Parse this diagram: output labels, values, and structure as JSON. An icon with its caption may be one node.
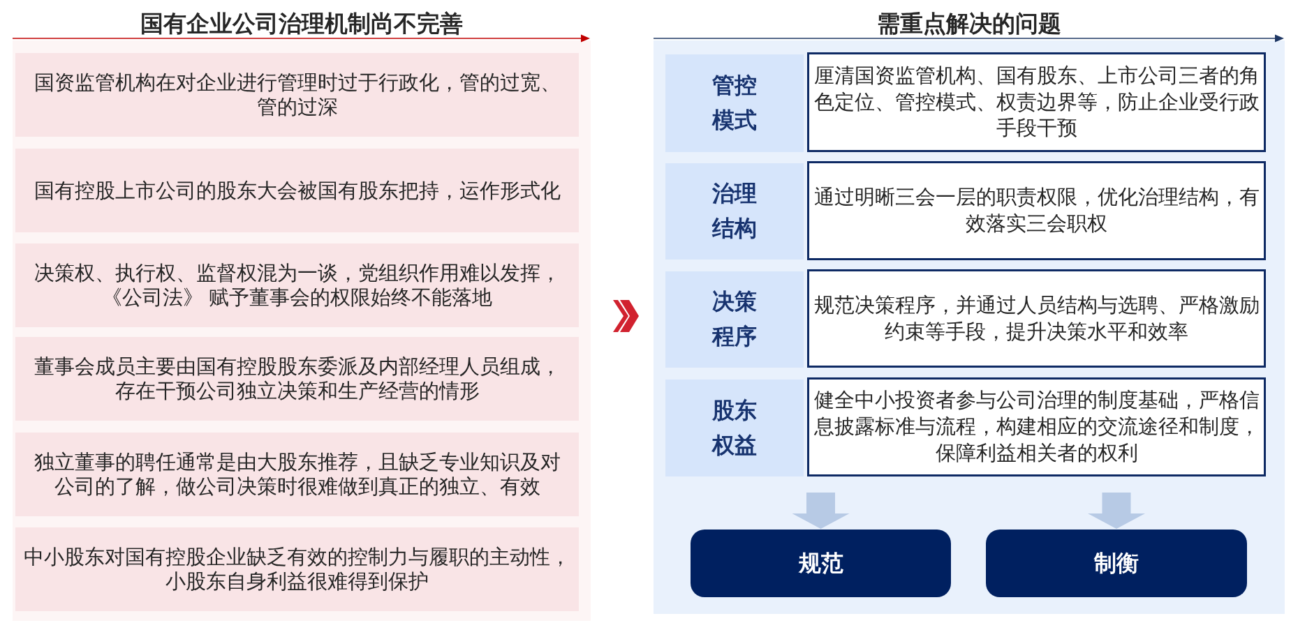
{
  "diagram": {
    "nodes": [
      {
        "text": [
          "国有企业公司治理机制尚不完善"
        ]
      },
      {
        "text": [
          "国资监管机构在对企业进行管理时过于行政化，管的过宽、管的过深"
        ],
        "in": 0
      },
      {
        "text": [
          "国有控股上市公司的股东大会被国有股东把持，运作形式化"
        ],
        "in": 0
      },
      {
        "text": [
          "决策权、执行权、监督权混为一谈，党组织作用难以发挥，《公司法》 赋予董事会的权限始终不能落地"
        ],
        "in": 0
      },
      {
        "text": [
          "董事会成员主要由国有控股股东委派及内部经理人员组成，存在干预公司独立决策和生产经营的情形"
        ],
        "in": 0
      },
      {
        "text": [
          "独立董事的聘任通常是由大股东推荐，且缺乏专业知识及对公司的了解，做公司决策时很难做到真正的独立、有效"
        ],
        "in": 0
      },
      {
        "text": [
          "中小股东对国有控股企业缺乏有效的控制力与履职的主动性，小股东自身利益很难得到保护"
        ],
        "in": 0
      },
      {
        "text": [
          "需重点解决的问题"
        ]
      },
      {
        "text": [
          "管控模式"
        ],
        "in": 7
      },
      {
        "text": [
          "厘清国资监管机构、国有股东、上市公司三者的角色定位、管控模式、权责边界等，防止企业受行政手段干预"
        ],
        "in": 7
      },
      {
        "text": [
          "治理结构"
        ],
        "in": 7
      },
      {
        "text": [
          "通过明晰三会一层的职责权限，优化治理结构，有效落实三会职权"
        ],
        "in": 7
      },
      {
        "text": [
          "决策程序"
        ],
        "in": 7
      },
      {
        "text": [
          "规范决策程序，并通过人员结构与选聘、严格激励约束等手段，提升决策水平和效率"
        ],
        "in": 7
      },
      {
        "text": [
          "股东权益"
        ],
        "in": 7
      },
      {
        "text": [
          "健全中小投资者参与公司治理的制度基础，严格信息披露标准与流程，构建相应的交流途径和制度，保障利益相关者的权利"
        ],
        "in": 7
      },
      {
        "text": [
          "规范"
        ],
        "in": 7
      },
      {
        "text": [
          "制衡"
        ],
        "in": 7
      }
    ],
    "edges": [
      {
        "from": 0,
        "to": 7,
        "arrow": "to",
        "color": "#d1222f"
      },
      {
        "from": null,
        "to": 16,
        "arrow": "to"
      },
      {
        "from": null,
        "to": 17,
        "arrow": "to"
      }
    ]
  }
}
